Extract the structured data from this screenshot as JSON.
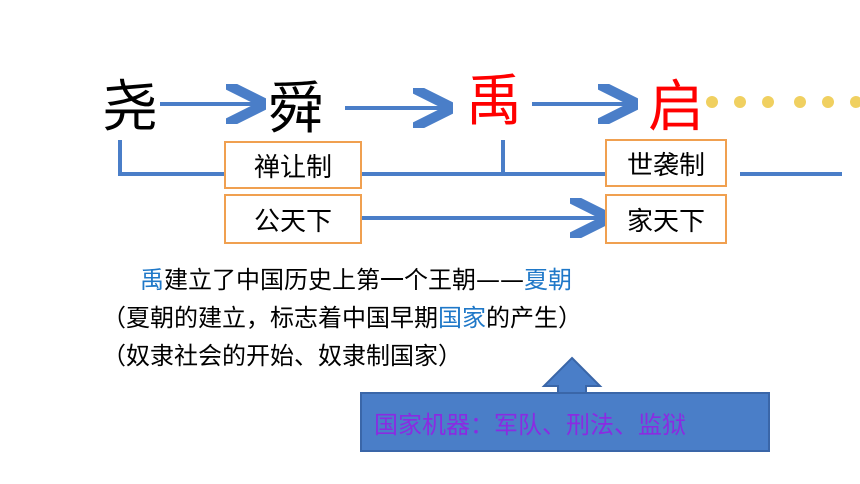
{
  "rulers": [
    {
      "name": "尧"
    },
    {
      "name": "舜"
    },
    {
      "name": "禹"
    },
    {
      "name": "启"
    }
  ],
  "boxes": {
    "abdication": "禅让制",
    "hereditary": "世袭制",
    "public_realm": "公天下",
    "family_realm": "家天下"
  },
  "text": {
    "line1_prefix": "禹",
    "line1_middle": "建立了中国历史上第一个王朝——",
    "line1_suffix": "夏朝",
    "line2_prefix": "（夏朝的建立，标志着中国早期",
    "line2_highlight": "国家",
    "line2_suffix": "的产生）",
    "line3": "（奴隶社会的开始、奴隶制国家）"
  },
  "callout": "国家机器：军队、刑法、监狱",
  "colors": {
    "arrow": "#4a7ec8",
    "highlight_red": "#ff0000",
    "highlight_blue": "#1f78c8",
    "box_border": "#f0a050",
    "dots": "#f0d060",
    "callout_text": "#8a2be2"
  }
}
